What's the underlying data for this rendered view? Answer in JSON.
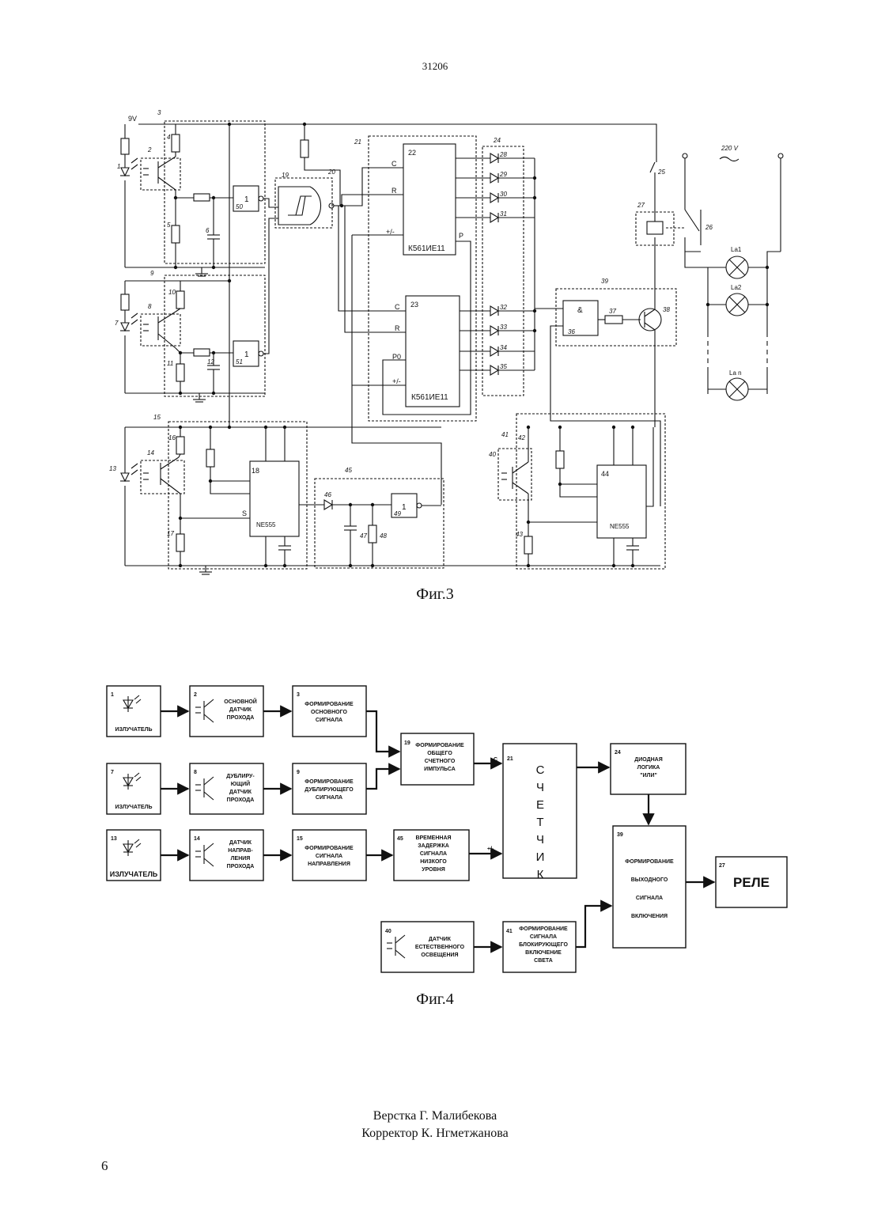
{
  "page": {
    "doc_number": "31206",
    "page_number": "6",
    "credits": [
      "Верстка Г. Малибекова",
      "Корректор К. Нгметжанова"
    ]
  },
  "fig3": {
    "caption": "Фиг.3",
    "supply_label": "9V",
    "mains_label": "220 V",
    "chips": {
      "counter_top": "К561ИЕ11",
      "counter_bottom": "К561ИЕ11",
      "timer_left": "NE555",
      "timer_right": "NE555"
    },
    "pins": {
      "c": "C",
      "r": "R",
      "pm": "+/-",
      "p": "P",
      "p0": "P0",
      "s": "S"
    },
    "gates": {
      "inverter": "1",
      "and": "&"
    },
    "lamps": [
      "La1",
      "La2",
      "La n"
    ],
    "refs": {
      "r1": "1",
      "r2": "2",
      "r3": "3",
      "r4": "4",
      "r5": "5",
      "r6": "6",
      "r7": "7",
      "r8": "8",
      "r9": "9",
      "r10": "10",
      "r11": "11",
      "r12": "12",
      "r13": "13",
      "r14": "14",
      "r15": "15",
      "r16": "16",
      "r17": "17",
      "r18": "18",
      "r19": "19",
      "r20": "20",
      "r21": "21",
      "r22": "22",
      "r23": "23",
      "r24": "24",
      "r25": "25",
      "r26": "26",
      "r27": "27",
      "r28": "28",
      "r29": "29",
      "r30": "30",
      "r31": "31",
      "r32": "32",
      "r33": "33",
      "r34": "34",
      "r35": "35",
      "r36": "36",
      "r37": "37",
      "r38": "38",
      "r39": "39",
      "r40": "40",
      "r41": "41",
      "r42": "42",
      "r43": "43",
      "r44": "44",
      "r45": "45",
      "r46": "46",
      "r47": "47",
      "r48": "48",
      "r49": "49",
      "r50": "50",
      "r51": "51"
    }
  },
  "fig4": {
    "caption": "Фиг.4",
    "blocks": {
      "b1": {
        "num": "1",
        "lines": [
          "ИЗЛУЧАТЕЛЬ"
        ]
      },
      "b7": {
        "num": "7",
        "lines": [
          "ИЗЛУЧАТЕЛЬ"
        ]
      },
      "b13": {
        "num": "13",
        "lines": [
          "ИЗЛУЧАТЕЛЬ"
        ]
      },
      "b2": {
        "num": "2",
        "lines": [
          "ОСНОВНОЙ",
          "ДАТЧИК",
          "ПРОХОДА"
        ]
      },
      "b8": {
        "num": "8",
        "lines": [
          "ДУБЛИРУ-",
          "ЮЩИЙ",
          "ДАТЧИК",
          "ПРОХОДА"
        ]
      },
      "b14": {
        "num": "14",
        "lines": [
          "ДАТЧИК",
          "НАПРАВ-",
          "ЛЕНИЯ",
          "ПРОХОДА"
        ]
      },
      "b3": {
        "num": "3",
        "lines": [
          "ФОРМИРОВАНИЕ",
          "ОСНОВНОГО",
          "СИГНАЛА"
        ]
      },
      "b9": {
        "num": "9",
        "lines": [
          "ФОРМИРОВАНИЕ",
          "ДУБЛИРУЮЩЕГО",
          "СИГНАЛА"
        ]
      },
      "b15": {
        "num": "15",
        "lines": [
          "ФОРМИРОВАНИЕ",
          "СИГНАЛА",
          "НАПРАВЛЕНИЯ"
        ]
      },
      "b19": {
        "num": "19",
        "lines": [
          "ФОРМИРОВАНИЕ",
          "ОБЩЕГО",
          "СЧЕТНОГО",
          "ИМПУЛЬСА"
        ]
      },
      "b45": {
        "num": "45",
        "lines": [
          "ВРЕМЕННАЯ",
          "ЗАДЕРЖКА",
          "СИГНАЛА",
          "НИЗКОГО",
          "УРОВНЯ"
        ]
      },
      "b21": {
        "num": "21",
        "letters": [
          "С",
          "Ч",
          "Е",
          "Т",
          "Ч",
          "И",
          "К"
        ]
      },
      "b24": {
        "num": "24",
        "lines": [
          "ДИОДНАЯ",
          "ЛОГИКА",
          "\"ИЛИ\""
        ]
      },
      "b39": {
        "num": "39",
        "lines": [
          "ФОРМИРОВАНИЕ",
          "ВЫХОДНОГО",
          "СИГНАЛА",
          "ВКЛЮЧЕНИЯ"
        ]
      },
      "b27": {
        "num": "27",
        "lines": [
          "РЕЛЕ"
        ]
      },
      "b40": {
        "num": "40",
        "lines": [
          "ДАТЧИК",
          "ЕСТЕСТВЕННОГО",
          "ОСВЕЩЕНИЯ"
        ]
      },
      "b41": {
        "num": "41",
        "lines": [
          "ФОРМИРОВАНИЕ",
          "СИГНАЛА",
          "БЛОКИРУЮЩЕГО",
          "ВКЛЮЧЕНИЕ",
          "СВЕТА"
        ]
      }
    },
    "port_c": "С",
    "port_pm": "+/-"
  }
}
